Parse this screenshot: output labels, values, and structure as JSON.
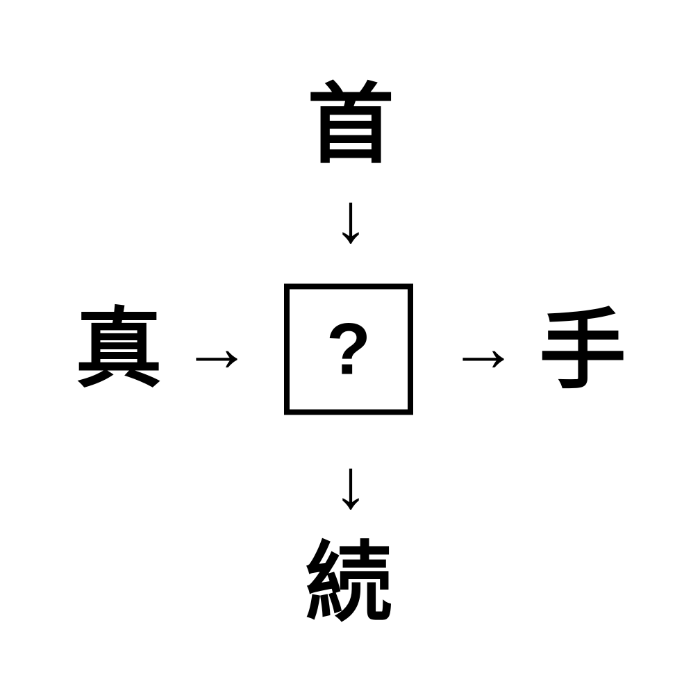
{
  "puzzle": {
    "top_char": "首",
    "left_char": "真",
    "right_char": "手",
    "bottom_char": "続",
    "center_placeholder": "?",
    "arrow_down": "↓",
    "arrow_right": "→"
  },
  "colors": {
    "background": "#ffffff",
    "ink": "#000000"
  }
}
